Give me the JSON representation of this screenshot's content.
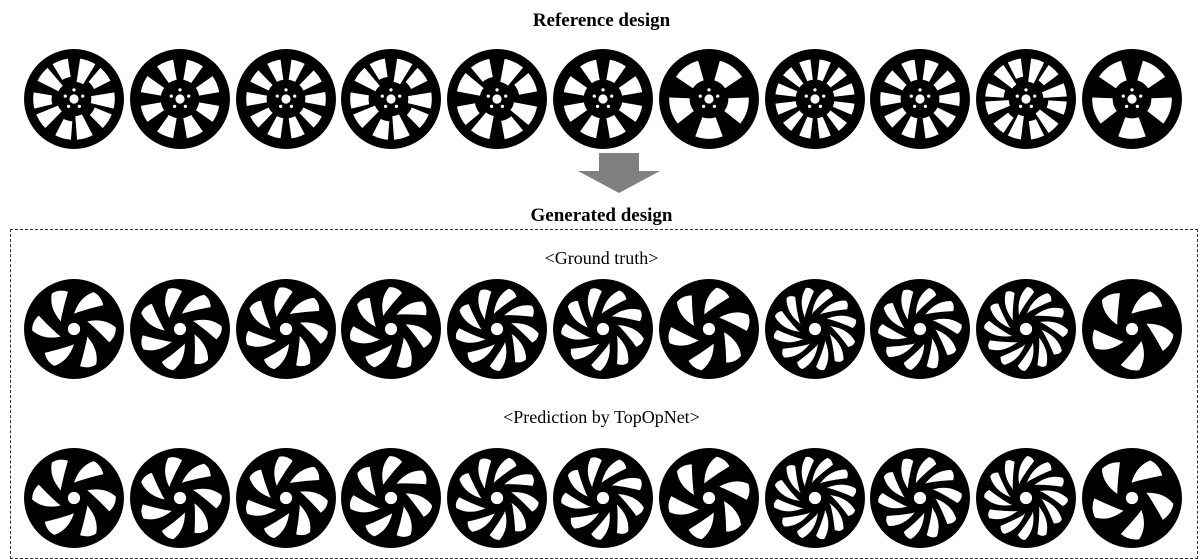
{
  "reference_title": "Reference design",
  "generated_title": "Generated design",
  "ground_truth_label": "<Ground truth>",
  "prediction_label": "<Prediction by TopOpNet>",
  "colors": {
    "wheel_fill": "#000000",
    "arrow_fill": "#808080",
    "dashed_border": "#333333"
  },
  "icons": {
    "arrow": "down-arrow-icon",
    "wheel": "wheel-image"
  },
  "reference_wheels": [
    {
      "style": "split-spoke",
      "spokes": 5
    },
    {
      "style": "window",
      "spokes": 8
    },
    {
      "style": "window",
      "spokes": 10
    },
    {
      "style": "split-spoke",
      "spokes": 5
    },
    {
      "style": "split-spoke",
      "spokes": 4
    },
    {
      "style": "window",
      "spokes": 8
    },
    {
      "style": "window",
      "spokes": 5
    },
    {
      "style": "window",
      "spokes": 12
    },
    {
      "style": "window",
      "spokes": 10
    },
    {
      "style": "split-spoke",
      "spokes": 6
    },
    {
      "style": "window",
      "spokes": 5
    }
  ],
  "ground_truth_wheels": [
    {
      "blades": 6
    },
    {
      "blades": 7
    },
    {
      "blades": 7
    },
    {
      "blades": 7
    },
    {
      "blades": 9
    },
    {
      "blades": 9
    },
    {
      "blades": 6
    },
    {
      "blades": 12
    },
    {
      "blades": 10
    },
    {
      "blades": 12
    },
    {
      "blades": 5
    }
  ],
  "prediction_wheels": [
    {
      "blades": 6
    },
    {
      "blades": 7
    },
    {
      "blades": 7
    },
    {
      "blades": 7
    },
    {
      "blades": 9
    },
    {
      "blades": 9
    },
    {
      "blades": 6
    },
    {
      "blades": 12
    },
    {
      "blades": 10
    },
    {
      "blades": 12
    },
    {
      "blades": 5
    }
  ]
}
